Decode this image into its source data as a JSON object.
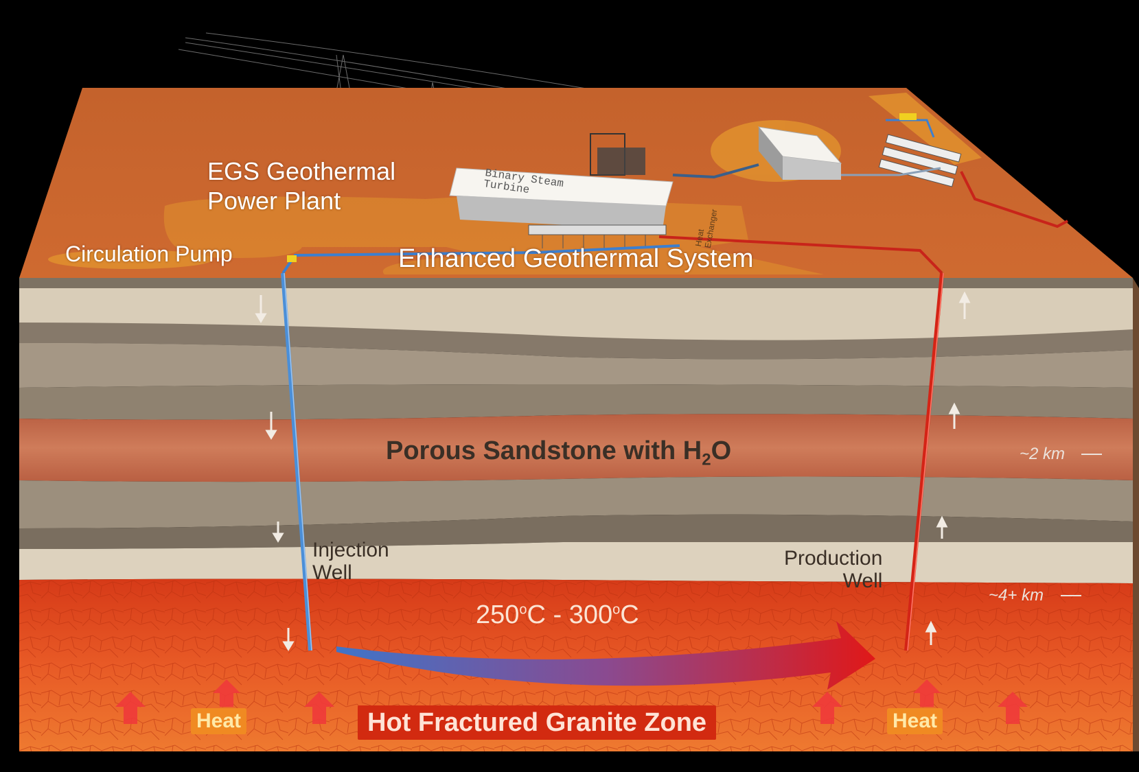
{
  "labels": {
    "plant_title_line1": "EGS Geothermal",
    "plant_title_line2": "Power Plant",
    "circulation_pump": "Circulation Pump",
    "system_name": "Enhanced Geothermal System",
    "turbine_line1": "Binary Steam",
    "turbine_line2": "Turbine",
    "heat_exchanger_line1": "Heat",
    "heat_exchanger_line2": "Exchanger",
    "sandstone_prefix": "Porous Sandstone with H",
    "sandstone_subscript": "2",
    "sandstone_suffix": "O",
    "depth_2km": "~2 km",
    "depth_4km": "~4+ km",
    "injection_line1": "Injection",
    "injection_line2": "Well",
    "production_line1": "Production",
    "production_line2": "Well",
    "temperature_low": "250",
    "temperature_high": "300",
    "degree_mark": "o",
    "temperature_unit": "C",
    "temperature_separator": " - ",
    "heat_left": "Heat",
    "heat_right": "Heat",
    "granite_zone": "Hot Fractured Granite Zone"
  },
  "colors": {
    "surface": "#c85f2a",
    "sand_light": "#d8ccb6",
    "sand_dark": "#8a7e6c",
    "sandstone_layer": "#c06a4a",
    "granite": "#e2461e",
    "cold_pipe": "#4b8fd8",
    "hot_pipe": "#d42416",
    "heat_badge": "#f08a22",
    "zone_badge": "#d22a10"
  }
}
